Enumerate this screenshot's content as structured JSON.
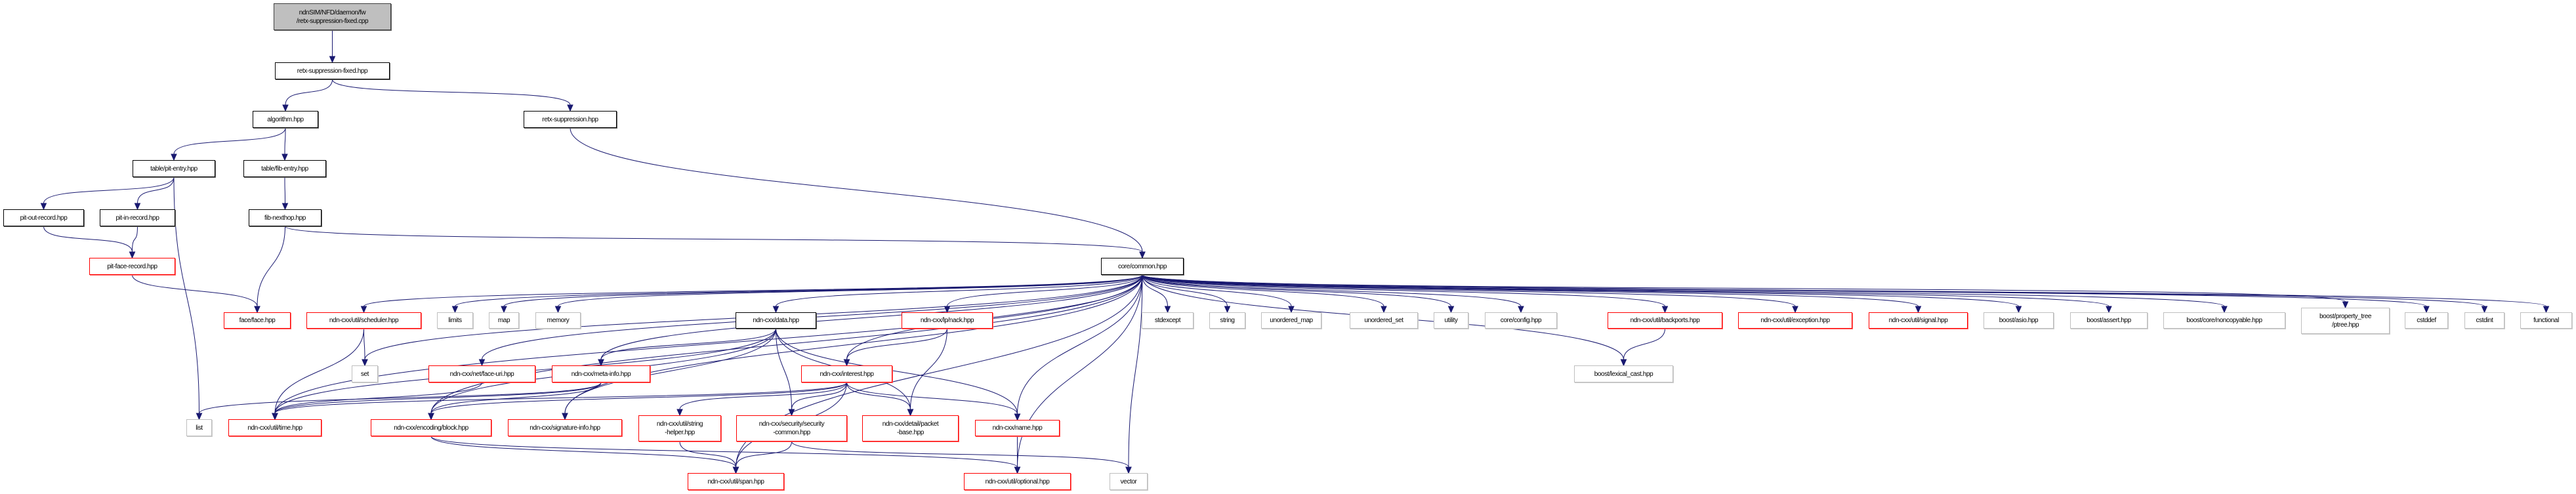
{
  "title": "ndnSIM/NFD/daemon/fw/retx-suppression-fixed.cpp",
  "colors": {
    "edge": "#191970",
    "root_fill": "#bfbfbf",
    "documented_border": "#000000",
    "linked_border": "#ff0000",
    "external_border": "#bfbfbf"
  },
  "nodes": [
    {
      "id": "root",
      "label": "ndnSIM/NFD/daemon/fw\n/retx-suppression-fixed.cpp",
      "style": "root"
    },
    {
      "id": "retx_fixed",
      "label": "retx-suppression-fixed.hpp",
      "style": "doc"
    },
    {
      "id": "algorithm",
      "label": "algorithm.hpp",
      "style": "doc"
    },
    {
      "id": "retx_supp",
      "label": "retx-suppression.hpp",
      "style": "doc"
    },
    {
      "id": "pit_entry",
      "label": "table/pit-entry.hpp",
      "style": "doc"
    },
    {
      "id": "fib_entry",
      "label": "table/fib-entry.hpp",
      "style": "doc"
    },
    {
      "id": "pit_out",
      "label": "pit-out-record.hpp",
      "style": "doc"
    },
    {
      "id": "pit_in",
      "label": "pit-in-record.hpp",
      "style": "doc"
    },
    {
      "id": "fib_nexthop",
      "label": "fib-nexthop.hpp",
      "style": "doc"
    },
    {
      "id": "pit_face",
      "label": "pit-face-record.hpp",
      "style": "red"
    },
    {
      "id": "common",
      "label": "core/common.hpp",
      "style": "doc"
    },
    {
      "id": "face",
      "label": "face/face.hpp",
      "style": "red"
    },
    {
      "id": "scheduler",
      "label": "ndn-cxx/util/scheduler.hpp",
      "style": "red"
    },
    {
      "id": "limits",
      "label": "limits",
      "style": "ext"
    },
    {
      "id": "map",
      "label": "map",
      "style": "ext"
    },
    {
      "id": "memory",
      "label": "memory",
      "style": "ext"
    },
    {
      "id": "data",
      "label": "ndn-cxx/data.hpp",
      "style": "doc"
    },
    {
      "id": "nack",
      "label": "ndn-cxx/lp/nack.hpp",
      "style": "red"
    },
    {
      "id": "stdexcept",
      "label": "stdexcept",
      "style": "ext"
    },
    {
      "id": "string",
      "label": "string",
      "style": "ext"
    },
    {
      "id": "unordered_map",
      "label": "unordered_map",
      "style": "ext"
    },
    {
      "id": "unordered_set",
      "label": "unordered_set",
      "style": "ext"
    },
    {
      "id": "utility",
      "label": "utility",
      "style": "ext"
    },
    {
      "id": "config",
      "label": "core/config.hpp",
      "style": "ext"
    },
    {
      "id": "backports",
      "label": "ndn-cxx/util/backports.hpp",
      "style": "red"
    },
    {
      "id": "exception",
      "label": "ndn-cxx/util/exception.hpp",
      "style": "red"
    },
    {
      "id": "signal",
      "label": "ndn-cxx/util/signal.hpp",
      "style": "red"
    },
    {
      "id": "asio",
      "label": "boost/asio.hpp",
      "style": "ext"
    },
    {
      "id": "assert",
      "label": "boost/assert.hpp",
      "style": "ext"
    },
    {
      "id": "noncopyable",
      "label": "boost/core/noncopyable.hpp",
      "style": "ext"
    },
    {
      "id": "ptree",
      "label": "boost/property_tree\n/ptree.hpp",
      "style": "ext"
    },
    {
      "id": "cstddef",
      "label": "cstddef",
      "style": "ext"
    },
    {
      "id": "cstdint",
      "label": "cstdint",
      "style": "ext"
    },
    {
      "id": "functional",
      "label": "functional",
      "style": "ext"
    },
    {
      "id": "set",
      "label": "set",
      "style": "ext"
    },
    {
      "id": "face_uri",
      "label": "ndn-cxx/net/face-uri.hpp",
      "style": "red"
    },
    {
      "id": "meta_info",
      "label": "ndn-cxx/meta-info.hpp",
      "style": "red"
    },
    {
      "id": "interest",
      "label": "ndn-cxx/interest.hpp",
      "style": "red"
    },
    {
      "id": "lexical_cast",
      "label": "boost/lexical_cast.hpp",
      "style": "ext"
    },
    {
      "id": "list",
      "label": "list",
      "style": "ext"
    },
    {
      "id": "time",
      "label": "ndn-cxx/util/time.hpp",
      "style": "red"
    },
    {
      "id": "block",
      "label": "ndn-cxx/encoding/block.hpp",
      "style": "red"
    },
    {
      "id": "sig_info",
      "label": "ndn-cxx/signature-info.hpp",
      "style": "red"
    },
    {
      "id": "string_helper",
      "label": "ndn-cxx/util/string\n-helper.hpp",
      "style": "red"
    },
    {
      "id": "sec_common",
      "label": "ndn-cxx/security/security\n-common.hpp",
      "style": "red"
    },
    {
      "id": "packet_base",
      "label": "ndn-cxx/detail/packet\n-base.hpp",
      "style": "red"
    },
    {
      "id": "name",
      "label": "ndn-cxx/name.hpp",
      "style": "red"
    },
    {
      "id": "span",
      "label": "ndn-cxx/util/span.hpp",
      "style": "red"
    },
    {
      "id": "optional",
      "label": "ndn-cxx/util/optional.hpp",
      "style": "red"
    },
    {
      "id": "vector",
      "label": "vector",
      "style": "ext"
    }
  ],
  "edges": [
    [
      "root",
      "retx_fixed"
    ],
    [
      "retx_fixed",
      "algorithm"
    ],
    [
      "retx_fixed",
      "retx_supp"
    ],
    [
      "algorithm",
      "pit_entry"
    ],
    [
      "algorithm",
      "fib_entry"
    ],
    [
      "pit_entry",
      "pit_out"
    ],
    [
      "pit_entry",
      "pit_in"
    ],
    [
      "pit_entry",
      "list"
    ],
    [
      "pit_out",
      "pit_face"
    ],
    [
      "pit_in",
      "pit_face"
    ],
    [
      "pit_face",
      "face"
    ],
    [
      "fib_entry",
      "fib_nexthop"
    ],
    [
      "fib_nexthop",
      "face"
    ],
    [
      "fib_nexthop",
      "common"
    ],
    [
      "retx_supp",
      "common"
    ],
    [
      "common",
      "scheduler"
    ],
    [
      "common",
      "limits"
    ],
    [
      "common",
      "map"
    ],
    [
      "common",
      "memory"
    ],
    [
      "common",
      "set"
    ],
    [
      "common",
      "data"
    ],
    [
      "common",
      "nack"
    ],
    [
      "common",
      "interest"
    ],
    [
      "common",
      "name"
    ],
    [
      "common",
      "span"
    ],
    [
      "common",
      "optional"
    ],
    [
      "common",
      "vector"
    ],
    [
      "common",
      "stdexcept"
    ],
    [
      "common",
      "string"
    ],
    [
      "common",
      "unordered_map"
    ],
    [
      "common",
      "unordered_set"
    ],
    [
      "common",
      "utility"
    ],
    [
      "common",
      "config"
    ],
    [
      "common",
      "lexical_cast"
    ],
    [
      "common",
      "backports"
    ],
    [
      "common",
      "exception"
    ],
    [
      "common",
      "signal"
    ],
    [
      "common",
      "asio"
    ],
    [
      "common",
      "assert"
    ],
    [
      "common",
      "noncopyable"
    ],
    [
      "common",
      "ptree"
    ],
    [
      "common",
      "cstddef"
    ],
    [
      "common",
      "cstdint"
    ],
    [
      "common",
      "functional"
    ],
    [
      "common",
      "time"
    ],
    [
      "common",
      "face_uri"
    ],
    [
      "common",
      "meta_info"
    ],
    [
      "common",
      "block"
    ],
    [
      "common",
      "sig_info"
    ],
    [
      "scheduler",
      "set"
    ],
    [
      "scheduler",
      "time"
    ],
    [
      "backports",
      "lexical_cast"
    ],
    [
      "data",
      "meta_info"
    ],
    [
      "data",
      "block"
    ],
    [
      "data",
      "sig_info"
    ],
    [
      "data",
      "sec_common"
    ],
    [
      "data",
      "packet_base"
    ],
    [
      "data",
      "name"
    ],
    [
      "data",
      "time"
    ],
    [
      "nack",
      "interest"
    ],
    [
      "nack",
      "packet_base"
    ],
    [
      "interest",
      "time"
    ],
    [
      "interest",
      "block"
    ],
    [
      "interest",
      "string_helper"
    ],
    [
      "interest",
      "sec_common"
    ],
    [
      "interest",
      "packet_base"
    ],
    [
      "interest",
      "name"
    ],
    [
      "interest",
      "span"
    ],
    [
      "meta_info",
      "time"
    ],
    [
      "meta_info",
      "block"
    ],
    [
      "meta_info",
      "list"
    ],
    [
      "face_uri",
      "time"
    ],
    [
      "block",
      "span"
    ],
    [
      "string_helper",
      "span"
    ],
    [
      "sec_common",
      "span"
    ],
    [
      "sec_common",
      "vector"
    ],
    [
      "name",
      "optional"
    ],
    [
      "block",
      "optional"
    ]
  ]
}
